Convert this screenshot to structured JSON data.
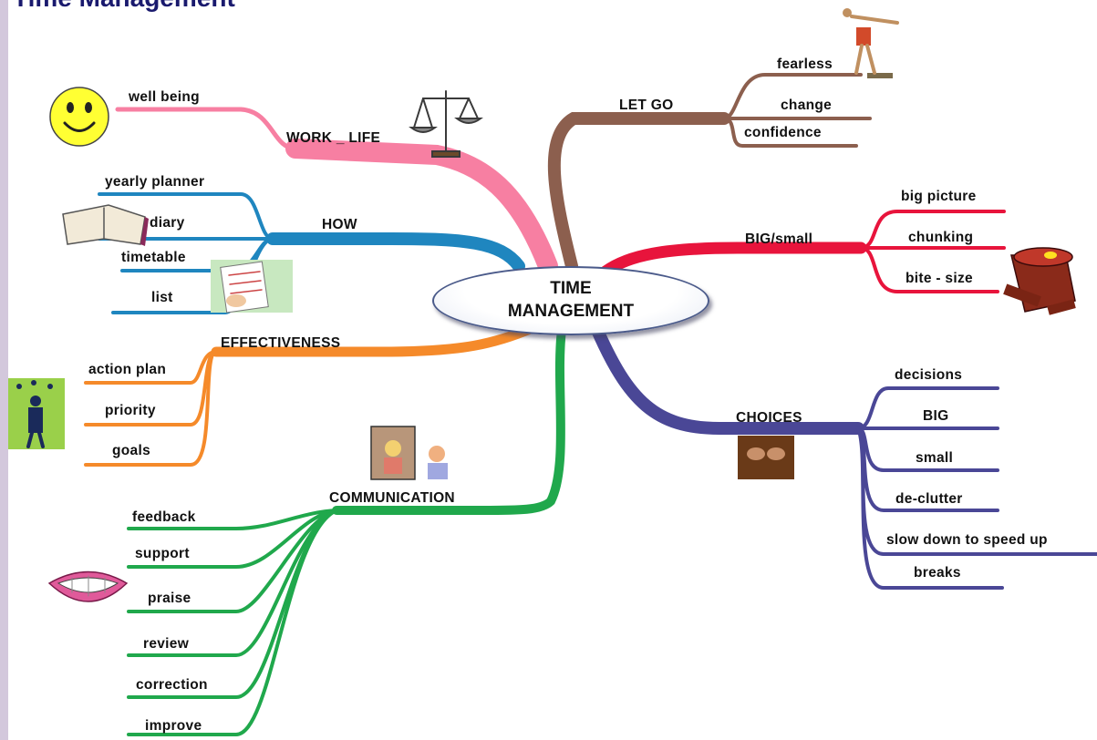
{
  "slide": {
    "title": "Time Management"
  },
  "center": {
    "line1": "TIME",
    "line2": "MANAGEMENT"
  },
  "branches": {
    "work_life": {
      "label": "WORK _ LIFE",
      "color": "#f77fa2",
      "items": [
        "well being"
      ]
    },
    "how": {
      "label": "HOW",
      "color": "#1f86bf",
      "items": [
        "yearly planner",
        "diary",
        "timetable",
        "list"
      ]
    },
    "effectiveness": {
      "label": "EFFECTIVENESS",
      "color": "#f58a2a",
      "items": [
        "action plan",
        "priority",
        "goals"
      ]
    },
    "communication": {
      "label": "COMMUNICATION",
      "color": "#20a84c",
      "items": [
        "feedback",
        "support",
        "praise",
        "review",
        "correction",
        "improve"
      ]
    },
    "let_go": {
      "label": "LET GO",
      "color": "#8c5f4e",
      "items": [
        "fearless",
        "change",
        "confidence"
      ]
    },
    "big_small": {
      "label": "BIG/small",
      "color": "#e8143c",
      "items": [
        "big picture",
        "chunking",
        "bite - size"
      ]
    },
    "choices": {
      "label": "CHOICES",
      "color": "#4a4796",
      "items": [
        "decisions",
        "BIG",
        "small",
        "de-clutter",
        "slow down to speed up",
        "breaks"
      ]
    }
  },
  "pictures": [
    "smiley-face",
    "balance-scale",
    "diver",
    "open-book",
    "checklist",
    "cake",
    "juggler",
    "teacher-and-student",
    "handshake",
    "smiling-mouth"
  ]
}
